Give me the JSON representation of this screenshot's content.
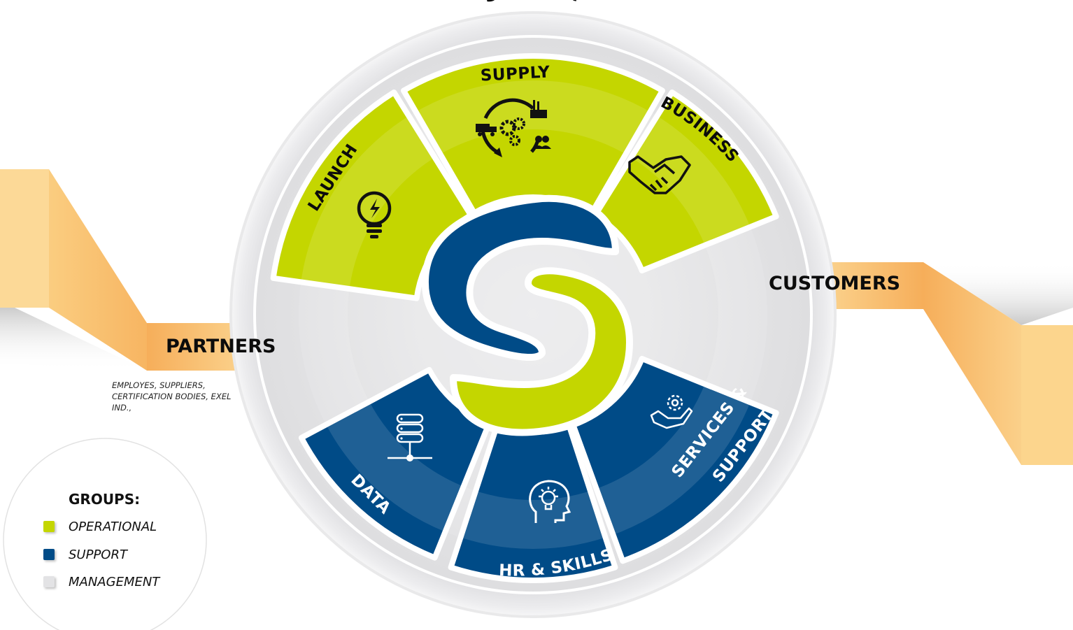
{
  "colors": {
    "operational": "#c4d600",
    "support": "#004b87",
    "management": "#e3e3e5",
    "arrow": "#f6b05c",
    "arrow_light": "#fde2a3"
  },
  "ring": {
    "label": "STRATEGY",
    "group": "management"
  },
  "center_logo": {
    "icon": "s-logo-icon"
  },
  "segments": [
    {
      "label": "LAUNCH",
      "group": "operational",
      "icon": "lightbulb-icon"
    },
    {
      "label": "SUPPLY",
      "group": "operational",
      "icon": "supply-chain-icon"
    },
    {
      "label": "BUSINESS",
      "group": "operational",
      "icon": "handshake-icon"
    },
    {
      "label": "SERVICES &",
      "label2": "SUPPORT",
      "group": "support",
      "icon": "service-hand-gear-icon"
    },
    {
      "label": "HR & SKILLS",
      "group": "support",
      "icon": "head-idea-icon"
    },
    {
      "label": "DATA",
      "group": "support",
      "icon": "database-server-icon"
    }
  ],
  "partners": {
    "label": "PARTNERS",
    "note": "EMPLOYES, SUPPLIERS, CERTIFICATION BODIES, EXEL IND.,"
  },
  "customers": {
    "label": "CUSTOMERS"
  },
  "legend": {
    "title": "GROUPS:",
    "items": [
      {
        "label": "OPERATIONAL",
        "group": "operational"
      },
      {
        "label": "SUPPORT",
        "group": "support"
      },
      {
        "label": "MANAGEMENT",
        "group": "management"
      }
    ]
  }
}
